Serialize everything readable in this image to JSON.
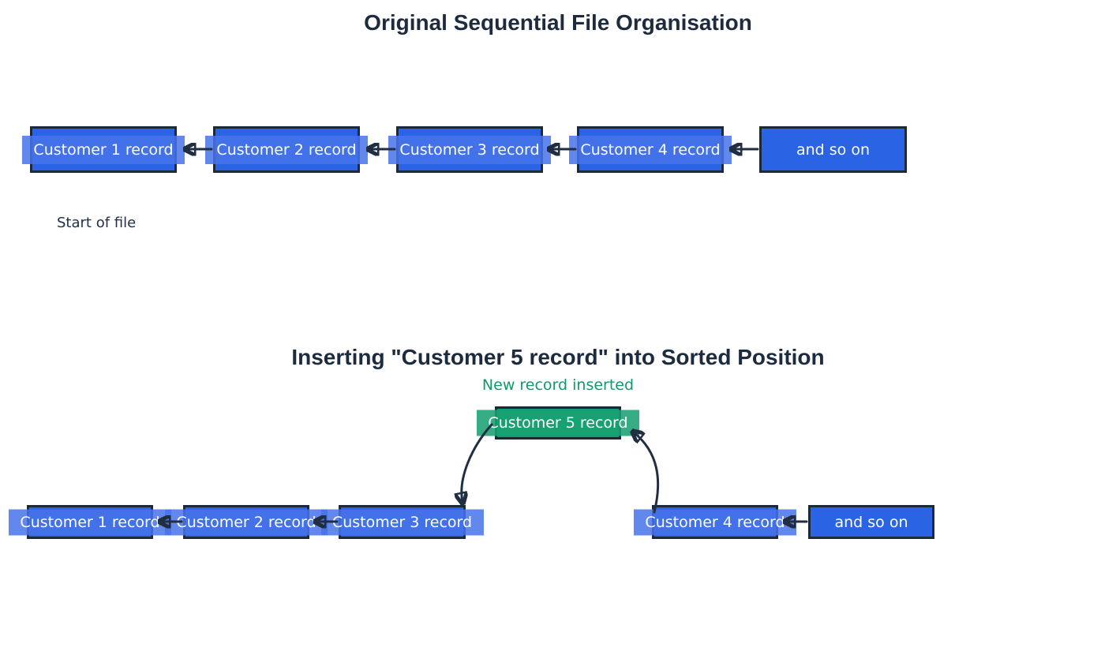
{
  "colors": {
    "node_blue": "#2a64e4",
    "node_green": "#0e9d6b",
    "node_border": "#1d2939",
    "label_text": "#ffffff",
    "title_text": "#1d2b3f",
    "annotation_green": "#12996b",
    "arrow": "#212e42",
    "background": "#ffffff"
  },
  "top_section": {
    "title": "Original Sequential File Organisation",
    "start_label": "Start of file",
    "nodes": [
      {
        "label": "Customer 1 record"
      },
      {
        "label": "Customer 2 record"
      },
      {
        "label": "Customer 3 record"
      },
      {
        "label": "Customer 4 record"
      },
      {
        "label": "and so on"
      }
    ]
  },
  "bottom_section": {
    "title": "Inserting \"Customer 5 record\" into Sorted Position",
    "annotation": "New record inserted",
    "inserted_node": {
      "label": "Customer 5 record"
    },
    "nodes": [
      {
        "label": "Customer 1 record"
      },
      {
        "label": "Customer 2 record"
      },
      {
        "label": "Customer 3 record"
      },
      {
        "label": "Customer 4 record"
      },
      {
        "label": "and so on"
      }
    ]
  }
}
